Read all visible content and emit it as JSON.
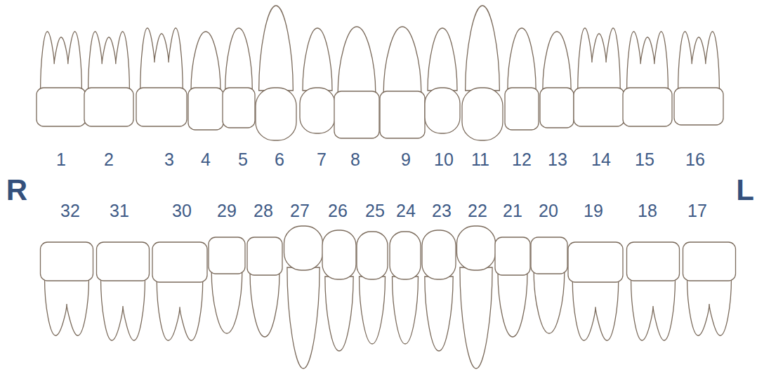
{
  "diagram": {
    "labels": [
      "1",
      "2",
      "3",
      "4",
      "5",
      "6",
      "7",
      "8",
      "9",
      "10",
      "11",
      "12",
      "13",
      "14",
      "15",
      "16",
      "R",
      "32",
      "31",
      "30",
      "29",
      "28",
      "27",
      "26",
      "25",
      "24",
      "23",
      "22",
      "21",
      "20",
      "19",
      "18",
      "17",
      "L"
    ]
  }
}
